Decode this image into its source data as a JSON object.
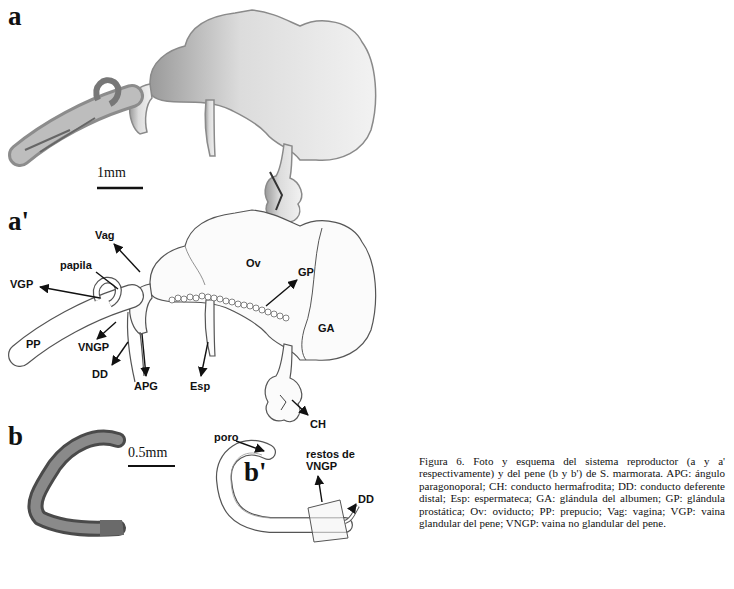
{
  "diagram": {
    "caption": "Figura 6. Foto y esquema del sistema reproductor (a y a' respectivamente) y del pene (b y b') de S. marmorata. APG: ángulo paragonoporal; CH: conducto hermafrodita; DD: conducto deferente distal; Esp: espermateca; GA: glándula del albumen; GP: glándula prostática; Ov: oviducto; PP: prepucio; Vag: vagina; VGP: vaina glandular del pene; VNGP: vaina no glandular del pene.",
    "labels": [
      "a",
      "1mm",
      "a'",
      "Vag",
      "papila",
      "VGP",
      "PP",
      "VNGP",
      "DD",
      "APG",
      "Esp",
      "Ov",
      "GP",
      "GA",
      "CH",
      "b",
      "0.5mm",
      "b'",
      "poro",
      "restos de VNGP",
      "DD"
    ]
  }
}
